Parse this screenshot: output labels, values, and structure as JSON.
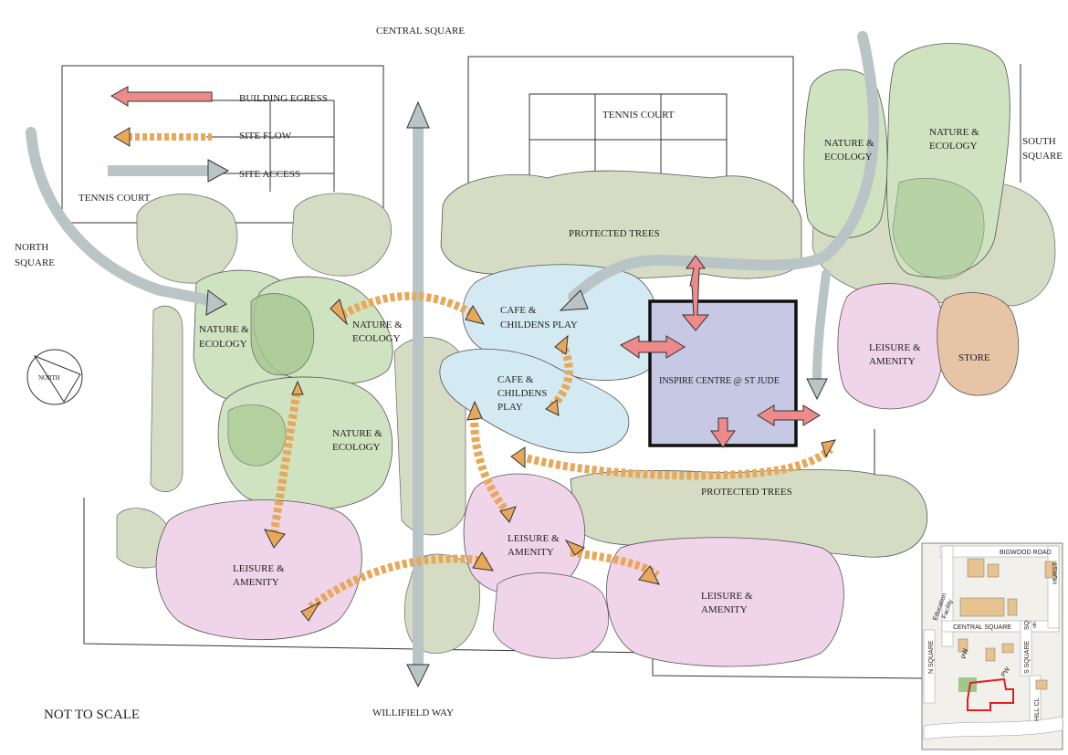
{
  "labels": {
    "central_square_top": "CENTRAL SQUARE",
    "willifield_way": "WILLIFIELD WAY",
    "north_square": [
      "NORTH",
      "SQUARE"
    ],
    "south_square": [
      "SOUTH",
      "SQUARE"
    ],
    "not_to_scale": "NOT TO SCALE",
    "north_arrow": "NORTH",
    "tennis_court_left": "TENNIS COURT",
    "tennis_court_top": "TENNIS COURT",
    "protected_trees_top": "PROTECTED TREES",
    "protected_trees_bottom": "PROTECTED TREES",
    "inspire_centre": "INSPIRE CENTRE @ ST JUDE",
    "cafe_1": [
      "CAFE &",
      "CHILDENS PLAY"
    ],
    "cafe_2": [
      "CAFE &",
      "CHILDENS",
      "PLAY"
    ],
    "nature_1": [
      "NATURE &",
      "ECOLOGY"
    ],
    "nature_2": [
      "NATURE &",
      "ECOLOGY"
    ],
    "nature_3": [
      "NATURE &",
      "ECOLOGY"
    ],
    "nature_4": [
      "NATURE &",
      "ECOLOGY"
    ],
    "nature_5": [
      "NATURE &",
      "ECOLOGY"
    ],
    "leisure_1": [
      "LEISURE &",
      "AMENITY"
    ],
    "leisure_2": [
      "LEISURE &",
      "AMENITY"
    ],
    "leisure_3": [
      "LEISURE &",
      "AMENITY"
    ],
    "leisure_4": [
      "LEISURE &",
      "AMENITY"
    ],
    "store": "STORE"
  },
  "legend": {
    "building_egress": "BUILDING EGRESS",
    "site_flow": "SITE FLOW",
    "site_access": "SITE ACCESS"
  },
  "inset_map": {
    "bigwood_road": "BIGWOOD ROAD",
    "hurst": "HURST",
    "education_facility": [
      "Education",
      "Facility"
    ],
    "central_square": "CENTRAL SQUARE",
    "n_square": "N SQUARE",
    "s_square": "S SQUARE",
    "pw_1": "PW",
    "pw_2": "PW",
    "hill_cl": "HILL CL",
    "sq": "SQ",
    "nth": "nth"
  },
  "colors": {
    "nature_green": "#cfe3c0",
    "nature_dark": "#a8c892",
    "trees_khaki": "#d6dcc4",
    "leisure_pink": "#efd4ea",
    "cafe_blue": "#d3eaf2",
    "inspire_purple": "#c6c8e4",
    "store_tan": "#e7c4a6",
    "egress_red": "#ee8a8a",
    "flow_orange": "#e8a85a",
    "access_grey": "#b9c4c7",
    "inset_bg": "#f2f0ea",
    "inset_road": "#ffffff",
    "inset_building": "#e7c38f",
    "inset_site": "#e02020",
    "inset_green": "#9cc88a"
  }
}
